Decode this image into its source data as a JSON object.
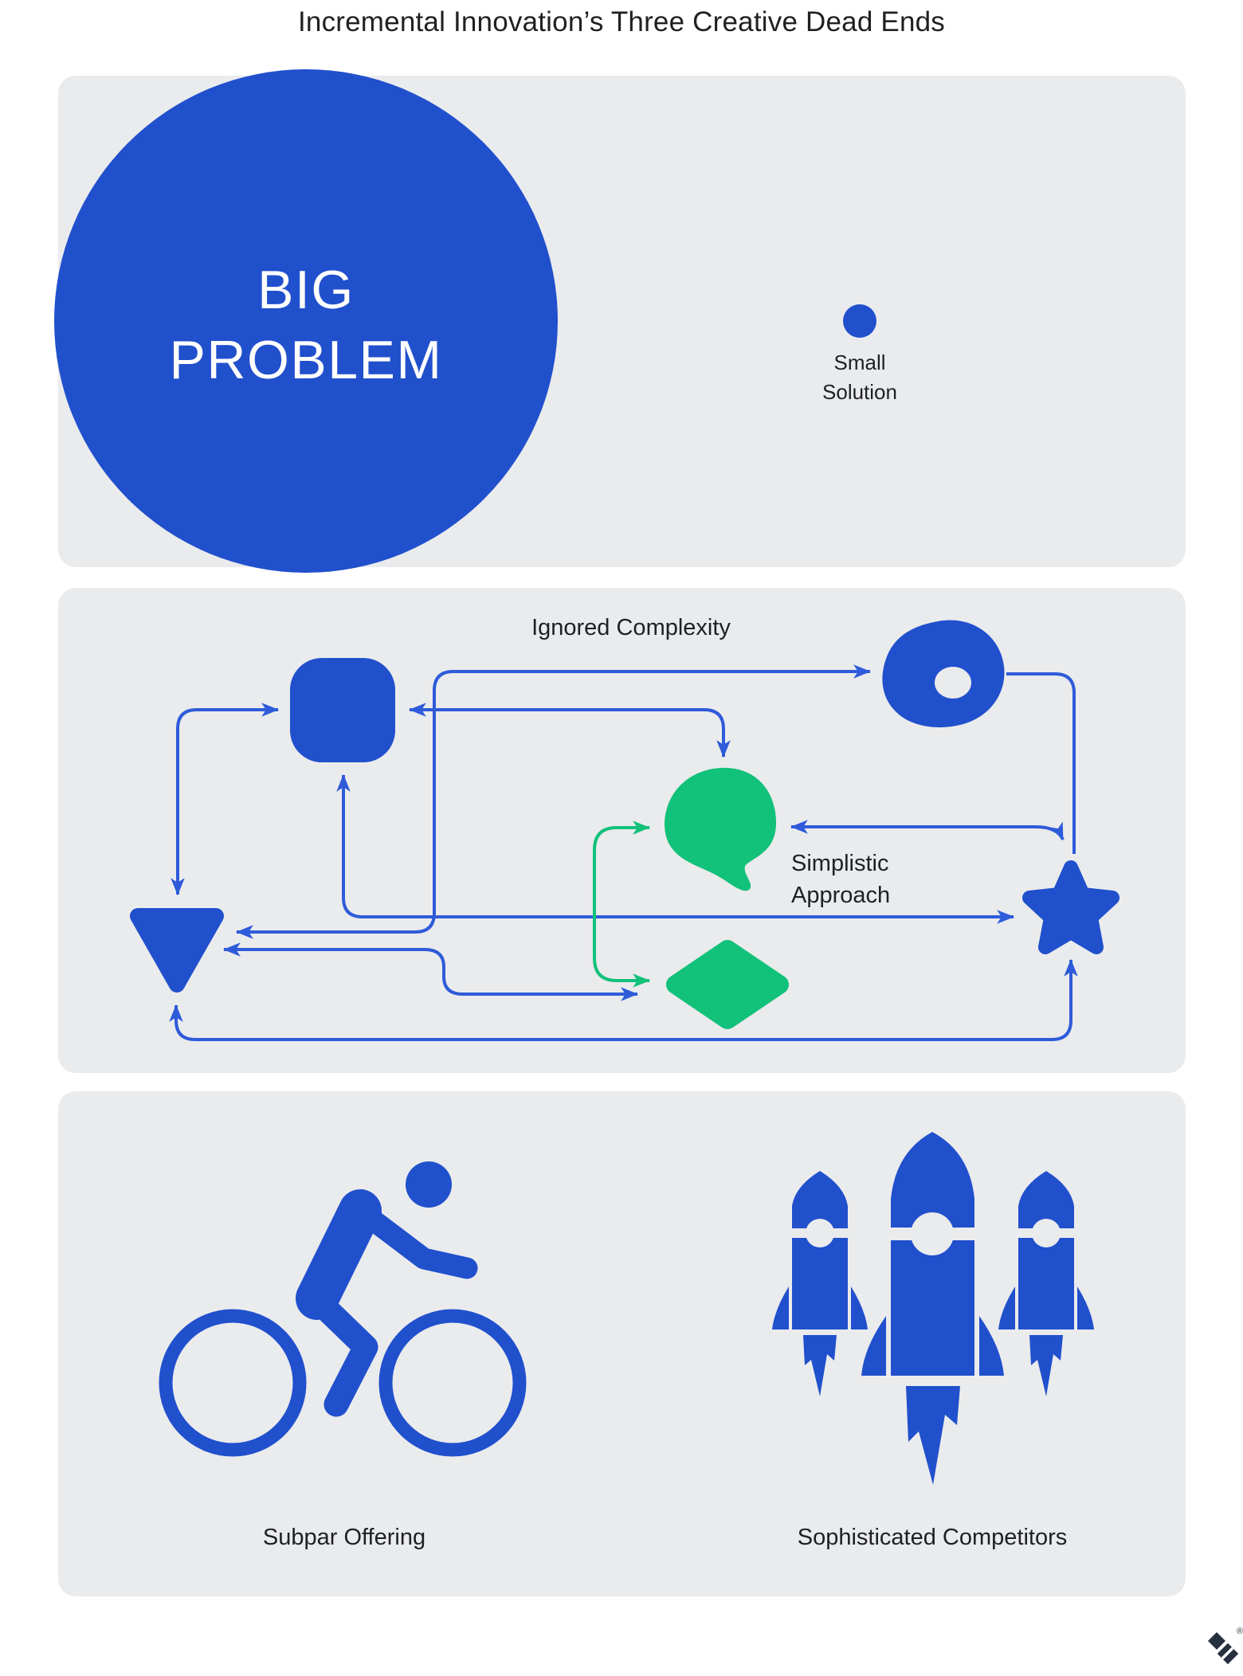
{
  "title": "Incremental Innovation’s Three Creative Dead Ends",
  "panel_problem": {
    "big_circle": {
      "line1": "BIG",
      "line2": "PROBLEM"
    },
    "small_dot": {
      "line1": "Small",
      "line2": "Solution"
    }
  },
  "panel_complexity": {
    "heading": "Ignored Complexity",
    "annotation": {
      "line1": "Simplistic",
      "line2": "Approach"
    }
  },
  "panel_outcomes": {
    "left_label": "Subpar Offering",
    "right_label": "Sophisticated Competitors"
  },
  "brand": {
    "registered_mark": "®"
  },
  "colors": {
    "page_bg": "#FFFFFF",
    "panel_bg": "#EAEBED",
    "shape_blue": "#2150CD",
    "arrow_blue": "#2E5BD9",
    "shape_green": "#12C17A",
    "text_dark": "#1E2022",
    "circle_text": "#FFFFFF",
    "logo_navy": "#28303F"
  }
}
